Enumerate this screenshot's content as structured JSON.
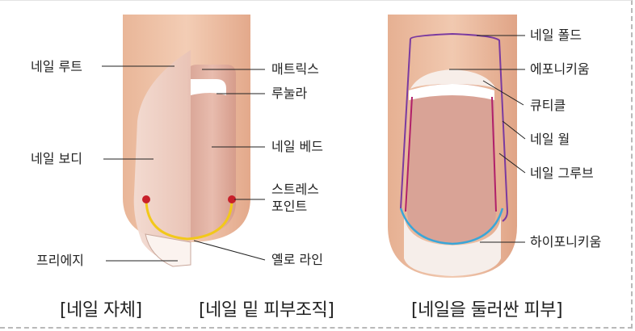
{
  "left": {
    "labels": {
      "nail_root": "네일 루트",
      "nail_body": "네일 보디",
      "free_edge": "프리에지",
      "matrix": "매트릭스",
      "lunula": "루눌라",
      "nail_bed": "네일 베드",
      "stress_point_1": "스트레스",
      "stress_point_2": "포인트",
      "yellow_line": "옐로 라인"
    },
    "captions": {
      "nail_itself": "[네일 자체]",
      "under_nail_tissue": "[네일 밑 피부조직]"
    }
  },
  "right": {
    "labels": {
      "nail_fold": "네일 폴드",
      "eponychium": "에포니키움",
      "cuticle": "큐티클",
      "nail_wall": "네일 월",
      "nail_groove": "네일 그루브",
      "hyponychium": "하이포니키움"
    },
    "caption": "[네일을 둘러싼 피부]"
  },
  "colors": {
    "skin": "#e8b59a",
    "nail_bed": "#d9a08f",
    "yellow_line": "#f2c81a",
    "stress_dot": "#c8202a",
    "nail_fold_line": "#7a3aa0",
    "nail_groove_line": "#b0206a",
    "hyponychium_line": "#3aa6d8"
  }
}
